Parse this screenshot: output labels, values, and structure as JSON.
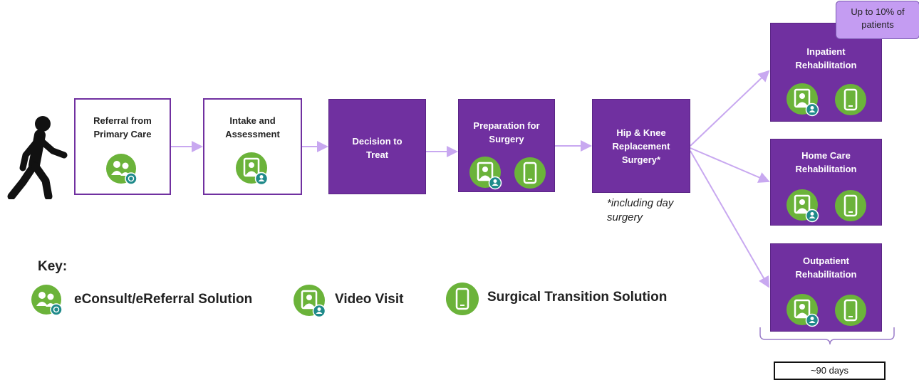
{
  "colors": {
    "purple": "#7030a0",
    "green": "#6bb33a",
    "teal": "#1f8a8a",
    "arrow": "#c8a8f0",
    "lavender": "#c49cf2"
  },
  "steps": {
    "referral": "Referral from Primary Care",
    "intake": "Intake and Assessment",
    "decision": "Decision to Treat",
    "preparation": "Preparation for Surgery",
    "surgery": "Hip & Knee Replacement Surgery*",
    "inpatient": "Inpatient Rehabilitation",
    "homecare": "Home Care Rehabilitation",
    "outpatient": "Outpatient Rehabilitation"
  },
  "surgery_note": "*including day surgery",
  "inpatient_note": "Up to 10% of patients",
  "duration": "~90 days",
  "key": {
    "title": "Key:",
    "econsult": "eConsult/eReferral Solution",
    "video": "Video Visit",
    "surgical": "Surgical Transition Solution"
  },
  "icons": [
    "walking-person-icon",
    "econsult-icon",
    "video-visit-icon",
    "phone-icon"
  ]
}
